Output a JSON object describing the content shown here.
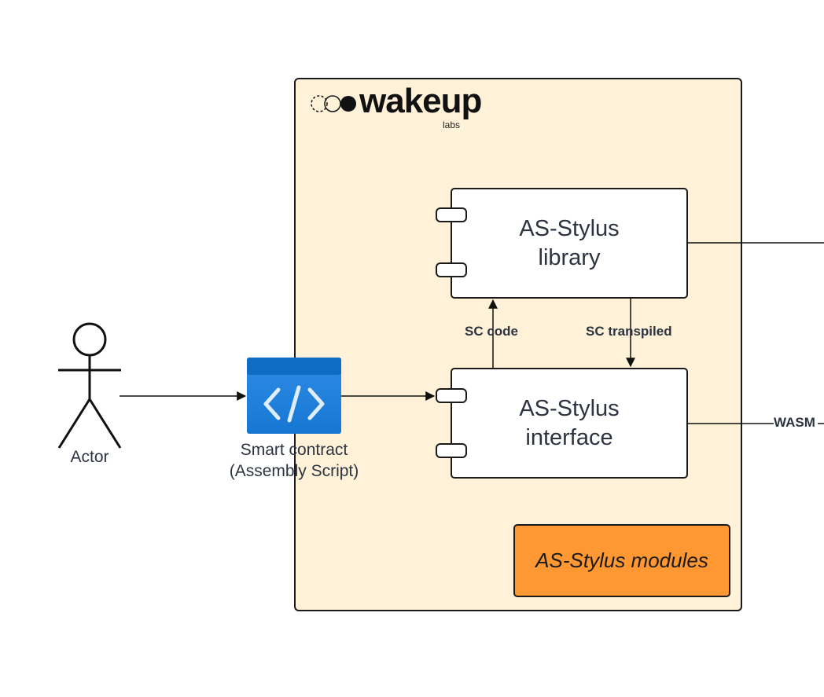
{
  "logo": {
    "name": "wakeup",
    "sub": "labs"
  },
  "actor": {
    "label": "Actor"
  },
  "smart_contract": {
    "caption": "Smart contract\n(Assembly Script)",
    "icon": "code-icon",
    "color": "#1f7fd8"
  },
  "library": {
    "title": "AS-Stylus\nlibrary"
  },
  "interface": {
    "title": "AS-Stylus\ninterface"
  },
  "modules": {
    "label": "AS-Stylus modules",
    "color": "#ff9832"
  },
  "edges": {
    "sc_code": "SC code",
    "sc_transpiled": "SC transpiled",
    "wasm": "WASM"
  },
  "colors": {
    "container_bg": "#fff2d9",
    "stroke": "#1a1a1a",
    "text": "#2d3340"
  }
}
